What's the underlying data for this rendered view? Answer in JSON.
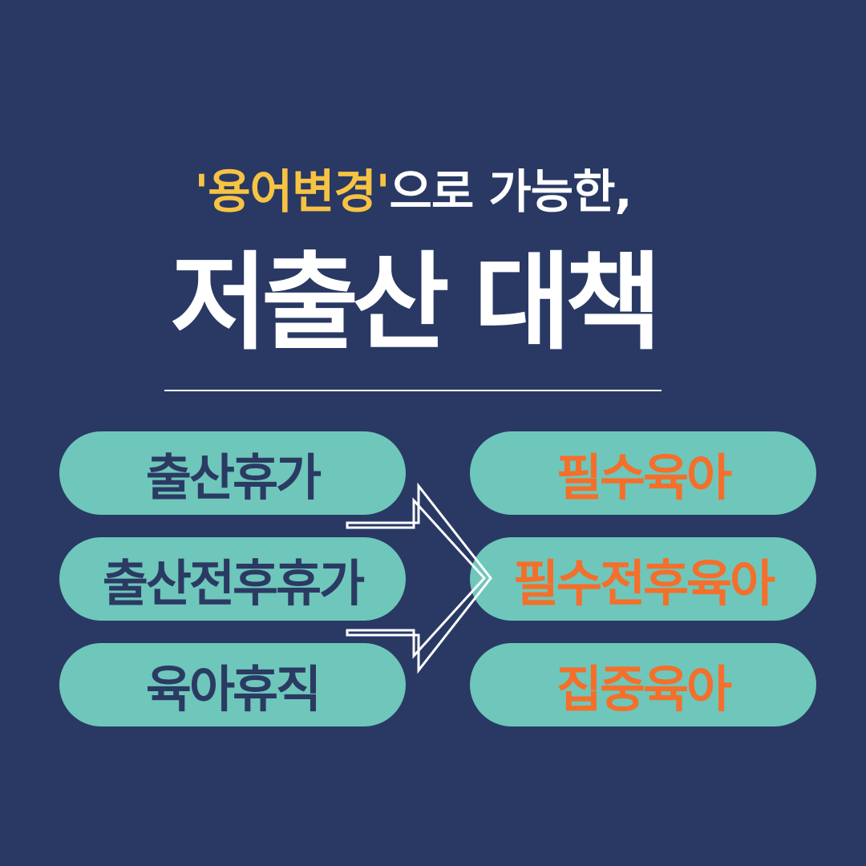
{
  "header": {
    "subtitle_highlight": "'용어변경'",
    "subtitle_rest": "으로 가능한,",
    "title": "저출산 대책"
  },
  "before_terms": [
    "출산휴가",
    "출산전후휴가",
    "육아휴직"
  ],
  "after_terms": [
    "필수육아",
    "필수전후육아",
    "집중육아"
  ],
  "colors": {
    "background": "#293964",
    "pill": "#6ec7ba",
    "highlight": "#f6c343",
    "after_text": "#f46f2b",
    "before_text": "#2b3a63"
  },
  "icons": {
    "arrow": "right-arrow-outline-icon"
  }
}
